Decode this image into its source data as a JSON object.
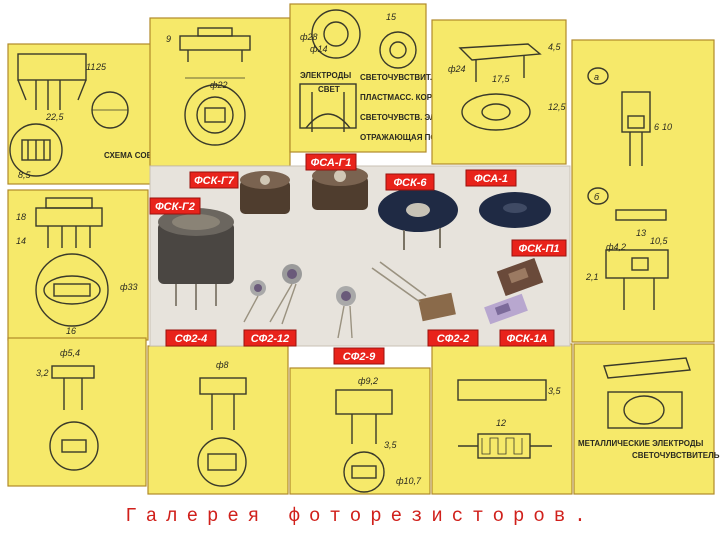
{
  "caption": "Галерея фоторезисторов.",
  "device_labels": {
    "fsk_g7": "ФСК-Г7",
    "fsk_g2": "ФСК-Г2",
    "fsa_g1": "ФСА-Г1",
    "fsk_6": "ФСК-6",
    "fsa_1": "ФСА-1",
    "fsk_p1": "ФСК-П1",
    "sf2_4": "СФ2-4",
    "sf2_12": "СФ2-12",
    "sf2_9": "СФ2-9",
    "sf2_2": "СФ2-2",
    "fsk_1a": "ФСК-1А"
  },
  "annotations": {
    "schema_electrodes": "СХЕМА СОЕДИНЕНИЯ ЭЛЕКТРОДОВ",
    "electrodes": "ЭЛЕКТРОДЫ",
    "light": "СВЕТ",
    "photosensitive_layer": "СВЕТОЧУВСТВИТ. СЛОЙ",
    "plastic_case": "ПЛАСТМАСС. КОРПУС",
    "sensitive_element": "СВЕТОЧУВСТВ. ЭЛЕМЕНТ",
    "reflecting_surface": "ОТРАЖАЮЩАЯ ПОВЕРХН.",
    "metal_electrodes": "МЕТАЛЛИЧЕСКИЕ ЭЛЕКТРОДЫ",
    "photosensitive_layer_2": "СВЕТОЧУВСТВИТЕЛЬНЫЙ СЛОЙ",
    "variant_a": "а",
    "variant_b": "б"
  },
  "dimensions": {
    "d1": "9",
    "d2": "ф22",
    "d3": "11",
    "d4": "25",
    "d5": "22,5",
    "d6": "8,5",
    "d7": "ф14",
    "d8": "ф28",
    "d9": "15",
    "d10": "ф24",
    "d11": "17,5",
    "d12": "12,5",
    "d13": "4,5",
    "d14": "6",
    "d15": "10",
    "d16": "18",
    "d17": "14",
    "d18": "16",
    "d19": "ф33",
    "d20": "ф5,4",
    "d21": "3,2",
    "d22": "ф8",
    "d23": "ф9,2",
    "d24": "3,5",
    "d25": "ф10,7",
    "d26": "12",
    "d27": "ф4,2",
    "d28": "10,5",
    "d29": "2,1",
    "d30": "13"
  },
  "colors": {
    "panel_fill": "#f6e96a",
    "label_red": "#e8231b",
    "caption_red": "#d0201b"
  }
}
